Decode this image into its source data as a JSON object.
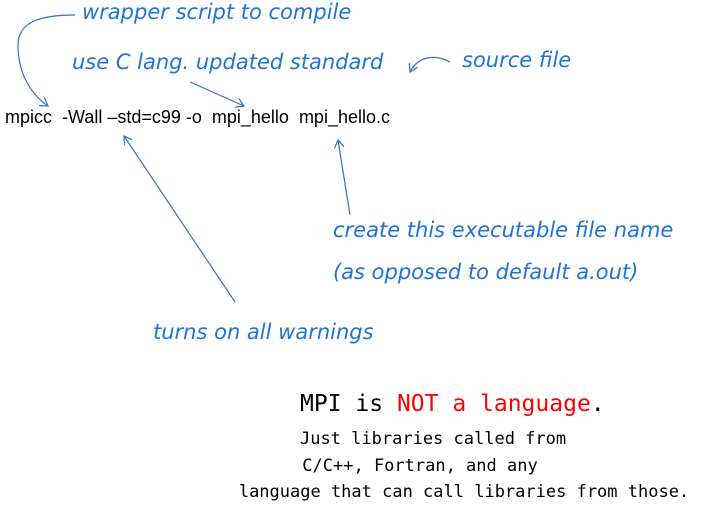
{
  "command": {
    "text": "mpicc  -Wall –std=c99 -o  mpi_hello  mpi_hello.c"
  },
  "annotations": {
    "wrapper": "wrapper script to compile",
    "standard": "use C lang. updated standard",
    "source": "source file",
    "executable_line1": "create this executable file name",
    "executable_line2": "(as opposed to default a.out)",
    "warnings": "turns on all warnings"
  },
  "note": {
    "line1_prefix": "MPI is ",
    "line1_highlight": "NOT a language",
    "line1_suffix": ".",
    "line2": "Just libraries called from",
    "line3": "C/C++, Fortran, and any",
    "line4": "language that can call libraries from those."
  },
  "colors": {
    "annotation": "#1f73d6",
    "arrow": "#2f73c6",
    "highlight": "#ff0000",
    "text": "#000000"
  }
}
